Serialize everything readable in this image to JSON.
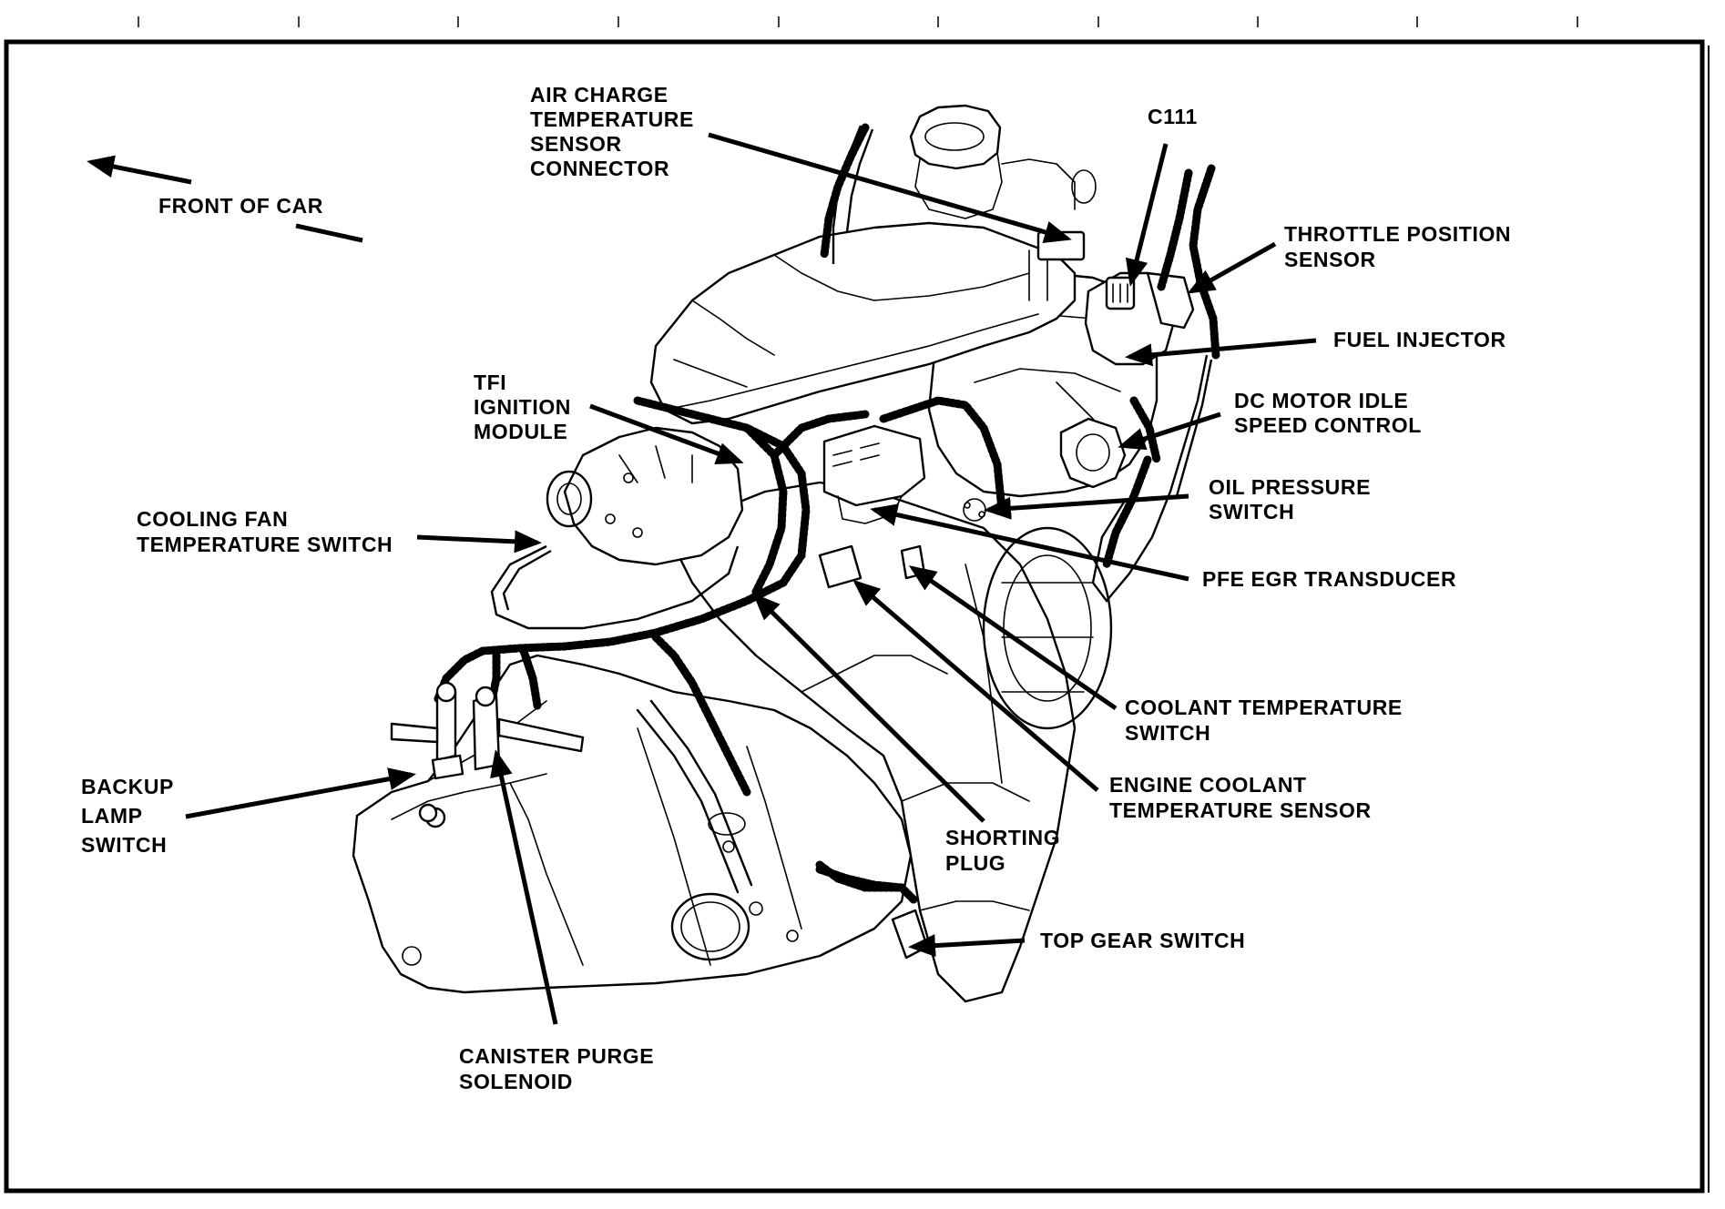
{
  "labels": {
    "air_charge": [
      "AIR CHARGE",
      "TEMPERATURE",
      "SENSOR",
      "CONNECTOR"
    ],
    "c111": [
      "C111"
    ],
    "front_of_car": [
      "FRONT OF CAR"
    ],
    "throttle_position": [
      "THROTTLE POSITION",
      "SENSOR"
    ],
    "fuel_injector": [
      "FUEL INJECTOR"
    ],
    "dc_motor": [
      "DC MOTOR IDLE",
      "SPEED CONTROL"
    ],
    "tfi_ignition": [
      "TFI",
      "IGNITION",
      "MODULE"
    ],
    "oil_pressure": [
      "OIL PRESSURE",
      "SWITCH"
    ],
    "cooling_fan": [
      "COOLING FAN",
      "TEMPERATURE SWITCH"
    ],
    "pfe_egr": [
      "PFE EGR TRANSDUCER"
    ],
    "coolant_temp_switch": [
      "COOLANT TEMPERATURE",
      "SWITCH"
    ],
    "engine_coolant": [
      "ENGINE COOLANT",
      "TEMPERATURE SENSOR"
    ],
    "backup_lamp": [
      "BACKUP",
      "LAMP",
      "SWITCH"
    ],
    "shorting_plug": [
      "SHORTING",
      "PLUG"
    ],
    "top_gear": [
      "TOP GEAR SWITCH"
    ],
    "canister_purge": [
      "CANISTER PURGE",
      "SOLENOID"
    ]
  }
}
